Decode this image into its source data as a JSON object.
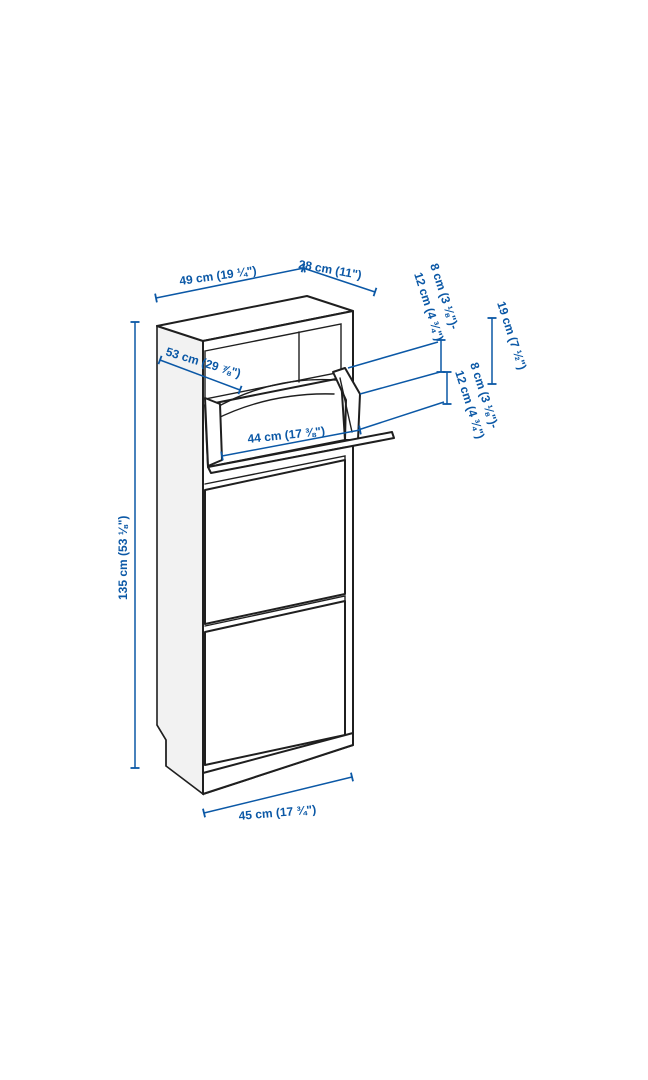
{
  "colors": {
    "dimension": "#0b58a6",
    "outline": "#1f1f1f",
    "background": "#ffffff"
  },
  "dimensions": {
    "depth_top": "28 cm (11\")",
    "width_top": "49 cm (19 ¼\")",
    "height": "135 cm (53 ⅛\")",
    "flap_depth": "53 cm (29 ⅞\")",
    "inner_width": "44 cm (17 ⅜\")",
    "bottom_width": "45 cm (17 ¾\")",
    "right_total": "19 cm (7 ½\")",
    "upper_8cm": "8 cm (3 ⅛\")-",
    "upper_12cm": "12 cm (4 ¾\")",
    "lower_8cm": "8 cm (3 ⅛\")-",
    "lower_12cm": "12 cm (4 ¾\")"
  }
}
